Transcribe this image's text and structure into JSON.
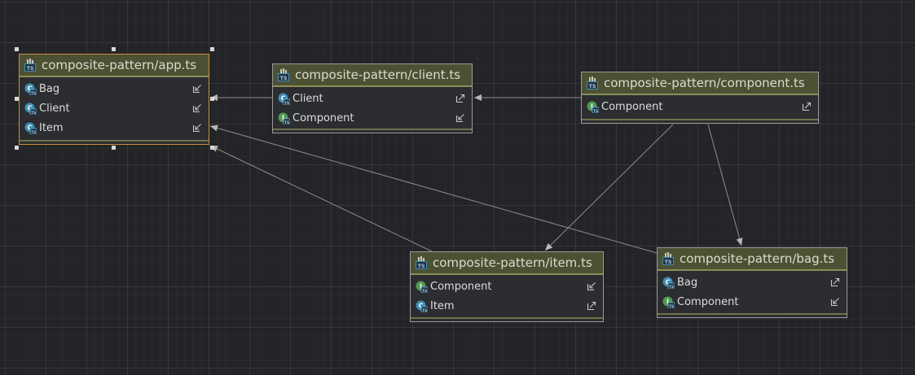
{
  "nodes": [
    {
      "id": "app",
      "title": "composite-pattern/app.ts",
      "selected": true,
      "rows": [
        {
          "label": "Bag",
          "kind": "class",
          "direction": "import"
        },
        {
          "label": "Client",
          "kind": "class",
          "direction": "import"
        },
        {
          "label": "Item",
          "kind": "class",
          "direction": "import"
        }
      ]
    },
    {
      "id": "client",
      "title": "composite-pattern/client.ts",
      "selected": false,
      "rows": [
        {
          "label": "Client",
          "kind": "class",
          "direction": "export"
        },
        {
          "label": "Component",
          "kind": "interface",
          "direction": "import"
        }
      ]
    },
    {
      "id": "component",
      "title": "composite-pattern/component.ts",
      "selected": false,
      "rows": [
        {
          "label": "Component",
          "kind": "interface",
          "direction": "export"
        }
      ]
    },
    {
      "id": "item",
      "title": "composite-pattern/item.ts",
      "selected": false,
      "rows": [
        {
          "label": "Component",
          "kind": "interface",
          "direction": "import"
        },
        {
          "label": "Item",
          "kind": "class",
          "direction": "export"
        }
      ]
    },
    {
      "id": "bag",
      "title": "composite-pattern/bag.ts",
      "selected": false,
      "rows": [
        {
          "label": "Bag",
          "kind": "class",
          "direction": "export"
        },
        {
          "label": "Component",
          "kind": "interface",
          "direction": "import"
        }
      ]
    }
  ],
  "edges": [
    {
      "from": "client",
      "to": "app"
    },
    {
      "from": "component",
      "to": "client"
    },
    {
      "from": "component",
      "to": "item"
    },
    {
      "from": "component",
      "to": "bag"
    },
    {
      "from": "item",
      "to": "app"
    },
    {
      "from": "bag",
      "to": "app"
    }
  ],
  "colors": {
    "background": "#222427",
    "header": "#4d5133",
    "selection": "#cf8d3a",
    "class_icon": "#3f8fb5",
    "interface_icon": "#4f9a55",
    "edge": "#8c8c8c"
  },
  "icons": {
    "file": "typescript-file-icon",
    "class": "class-icon",
    "interface": "interface-icon",
    "import": "import-arrow-icon",
    "export": "export-arrow-icon"
  }
}
